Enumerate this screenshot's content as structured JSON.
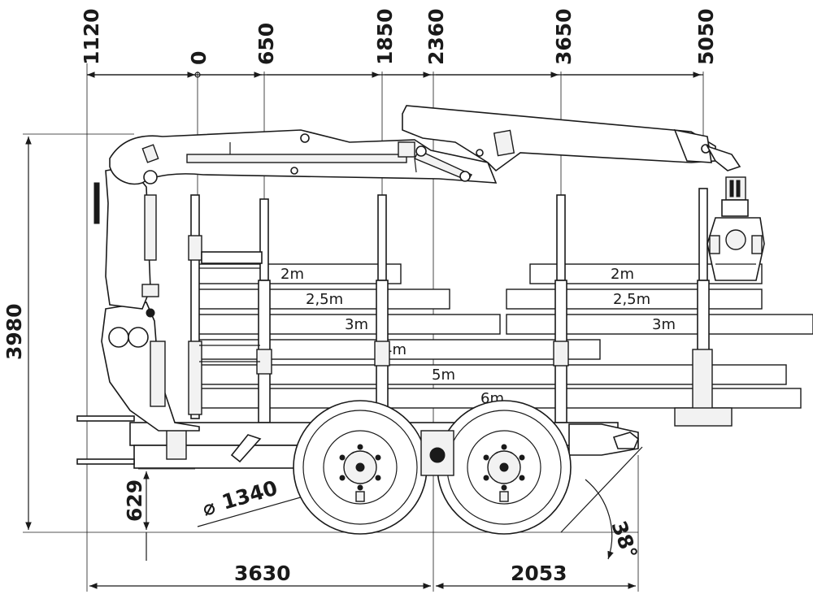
{
  "top_dimensions": [
    "1120",
    "0",
    "650",
    "1850",
    "2360",
    "3650",
    "5050"
  ],
  "side_dimensions": {
    "total_height": "3980",
    "bed_height": "629"
  },
  "bottom_dimensions": {
    "front_length": "3630",
    "rear_length": "2053"
  },
  "wheel_diameter": {
    "symbol": "⌀",
    "value": "1340"
  },
  "departure_angle": "38°",
  "log_lengths": [
    "2m",
    "2m",
    "2,5m",
    "2,5m",
    "3m",
    "3m",
    "4m",
    "5m",
    "6m"
  ]
}
